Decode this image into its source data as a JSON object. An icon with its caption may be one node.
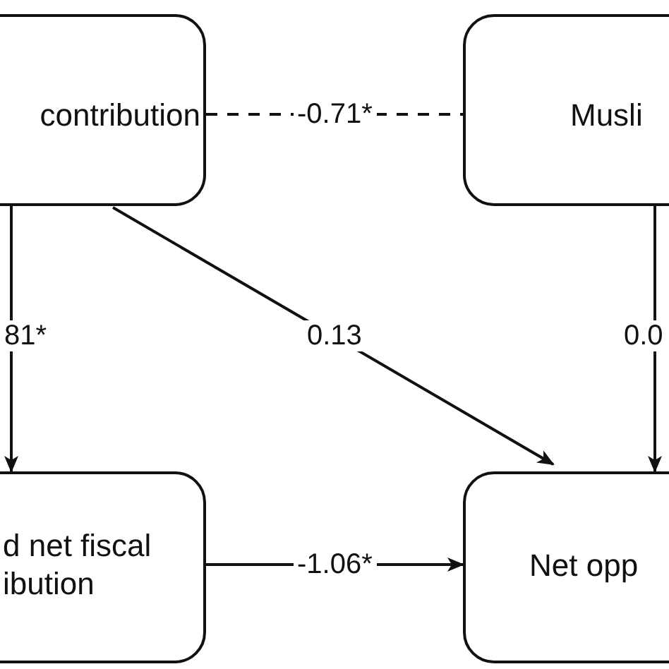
{
  "diagram": {
    "nodes": [
      {
        "text": [
          "contribution"
        ]
      },
      {
        "text": [
          "Musli"
        ]
      },
      {
        "text": [
          "d net fiscal ibution"
        ]
      },
      {
        "text": [
          "Net opp"
        ]
      }
    ],
    "edges": [
      {
        "from": 0,
        "to": 1,
        "arrow": "none",
        "style": "dashed",
        "label": "-0.71*"
      },
      {
        "from": 0,
        "to": 2,
        "arrow": "to",
        "label": "81*"
      },
      {
        "from": 0,
        "to": 3,
        "arrow": "to",
        "label": "0.13"
      },
      {
        "from": 1,
        "to": 3,
        "arrow": "to",
        "label": "0.0"
      },
      {
        "from": 2,
        "to": 3,
        "arrow": "to",
        "label": "-1.06*"
      }
    ]
  }
}
